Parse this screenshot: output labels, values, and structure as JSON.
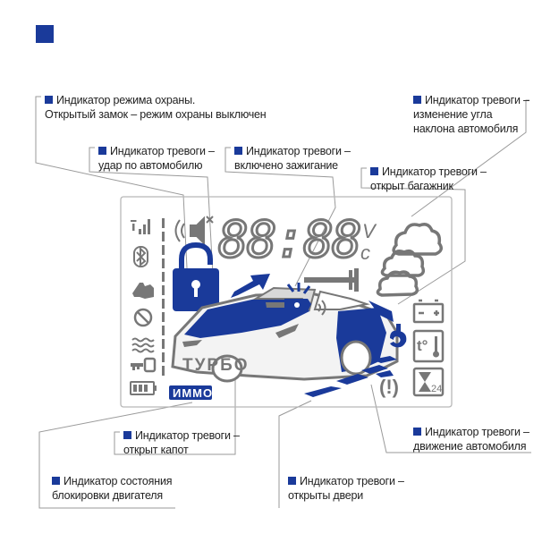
{
  "callouts": {
    "security_mode": {
      "line1": "Индикатор режима охраны.",
      "line2": "Открытый замок – режим охраны выключен"
    },
    "tilt_alarm": {
      "line1": "Индикатор тревоги –",
      "line2": "изменение угла",
      "line3": "наклона автомобиля"
    },
    "impact_alarm": {
      "line1": "Индикатор тревоги –",
      "line2": "удар по автомобилю"
    },
    "ignition_alarm": {
      "line1": "Индикатор тревоги –",
      "line2": "включено зажигание"
    },
    "trunk_alarm": {
      "line1": "Индикатор тревоги –",
      "line2": "открыт багажник"
    },
    "hood_alarm": {
      "line1": "Индикатор тревоги –",
      "line2": "открыт капот"
    },
    "motion_alarm": {
      "line1": "Индикатор тревоги –",
      "line2": "движение автомобиля"
    },
    "engine_block": {
      "line1": "Индикатор  состояния",
      "line2": "блокировки двигателя"
    },
    "doors_alarm": {
      "line1": "Индикатор тревоги –",
      "line2": "открыты двери"
    }
  },
  "lcd": {
    "clock": "88:88",
    "unit_top": "V",
    "unit_bottom": "c",
    "car_label": "ТУРБО",
    "immo_label": "ИММО",
    "timer_label": "24",
    "temp_label": "t°",
    "warning_label": "(!)"
  },
  "colors": {
    "accent": "#1a3a9a",
    "lcd_gray": "#777777"
  }
}
